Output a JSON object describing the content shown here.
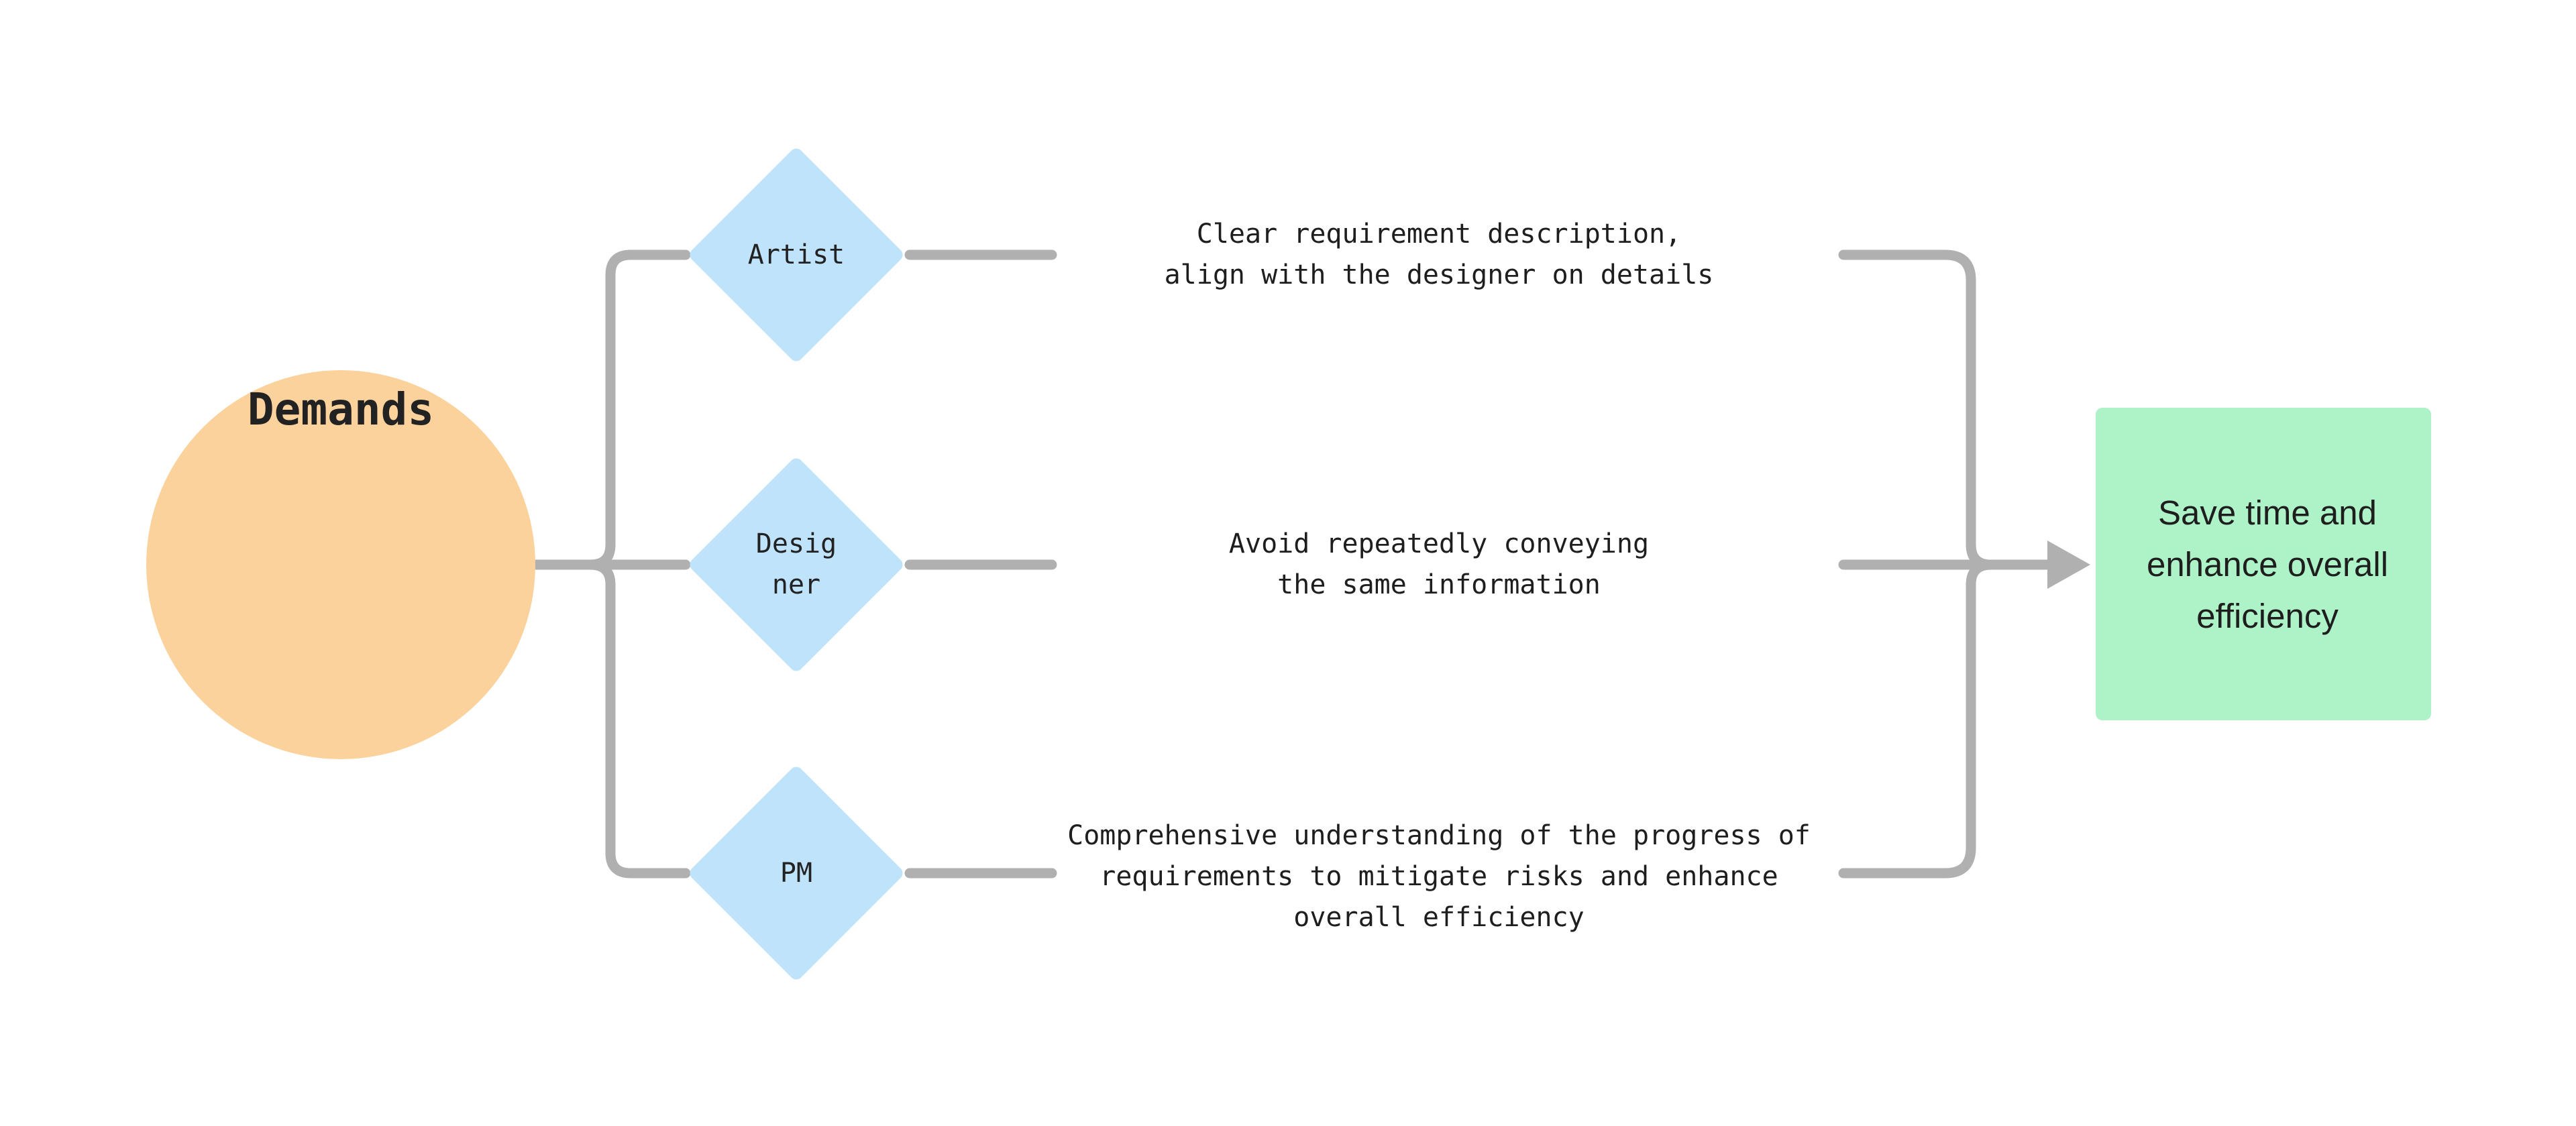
{
  "diagram": {
    "source": {
      "label": "Demands",
      "color": "#fbd29c"
    },
    "roles": [
      {
        "label": "Artist",
        "description": "Clear requirement description,\nalign with the designer on details"
      },
      {
        "label": "Desig\nner",
        "description": "Avoid repeatedly conveying\n the same information"
      },
      {
        "label": "PM",
        "description": "Comprehensive understanding of the progress of\nrequirements to mitigate risks and enhance\noverall efficiency"
      }
    ],
    "role_color": "#c0e3fc",
    "result": {
      "label": "Save time and\nenhance overall\nefficiency",
      "color": "#aef3c7"
    },
    "connector_color": "#b0b0b0"
  }
}
